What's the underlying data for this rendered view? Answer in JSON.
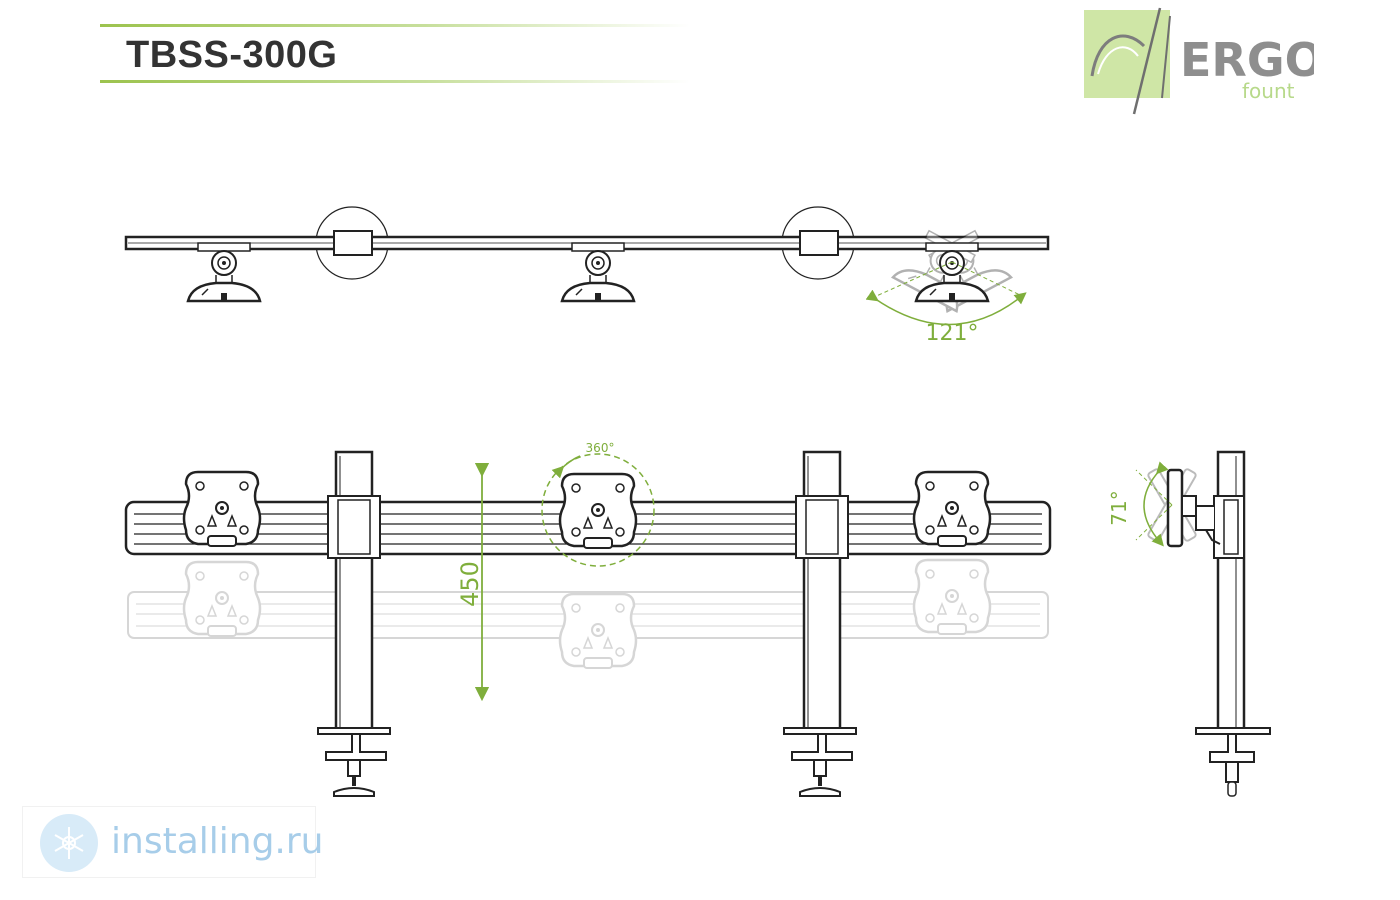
{
  "header": {
    "title": "TBSS-300G",
    "accent_color": "#8bc34a"
  },
  "brand": {
    "logo_name": "ERGO",
    "logo_sub": "fount",
    "logo_color": "#8e8e8e",
    "logo_box_color": "#cfe6a6"
  },
  "annotations": {
    "swivel_angle": "121°",
    "rotation_angle": "360°",
    "height_adjust": "450",
    "tilt_angle": "71°",
    "dimension_color": "#7fae3c"
  },
  "watermark": {
    "text": "installing.ru",
    "icon": "snowflake-globe-icon",
    "color": "#a7cde9"
  },
  "views": [
    "top-view",
    "front-view",
    "side-view"
  ]
}
